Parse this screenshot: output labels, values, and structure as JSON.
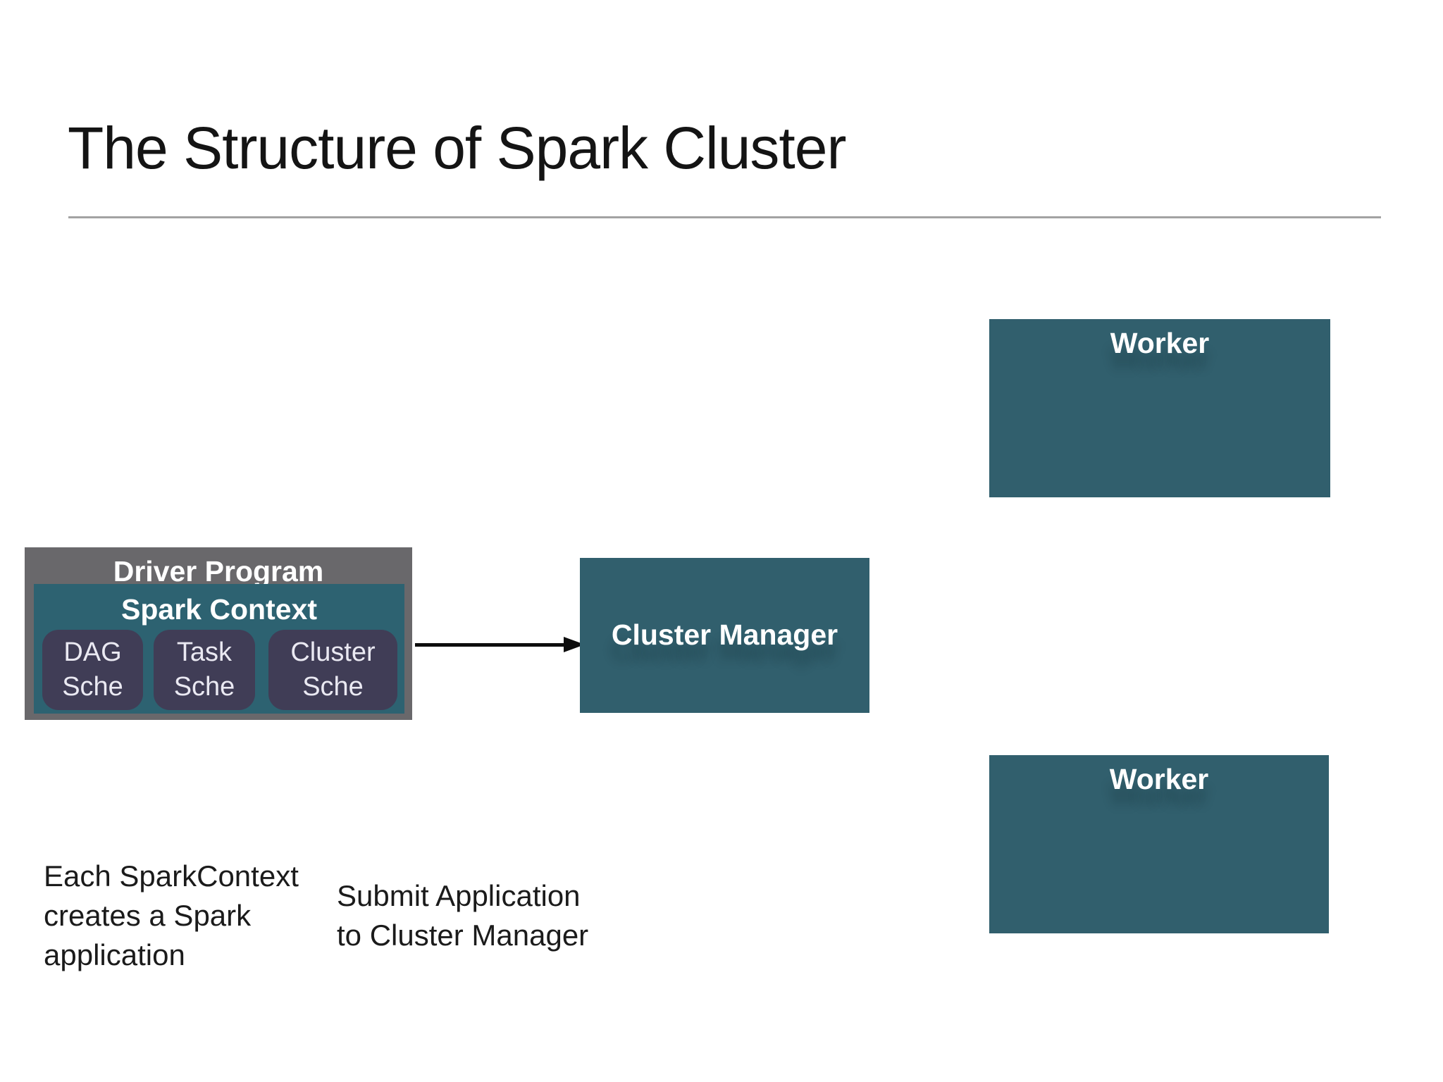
{
  "title": "The Structure of Spark Cluster",
  "colors": {
    "background": "#ffffff",
    "teal_box": "#315f6d",
    "spark_context_teal": "#2d6271",
    "driver_gray": "#69686b",
    "scheduler_dark": "#403d56",
    "scheduler_text": "#eae9f2",
    "arrow_black": "#0d0d0d",
    "divider_gray": "#a3a3a3",
    "title_text": "#141414"
  },
  "diagram": {
    "driver": {
      "label": "Driver Program",
      "context": {
        "label": "Spark Context",
        "schedulers": [
          {
            "line1": "DAG",
            "line2": "Sche"
          },
          {
            "line1": "Task",
            "line2": "Sche"
          },
          {
            "line1": "Cluster",
            "line2": "Sche"
          }
        ]
      }
    },
    "cluster_manager": {
      "label": "Cluster Manager"
    },
    "workers": [
      {
        "label": "Worker"
      },
      {
        "label": "Worker"
      }
    ]
  },
  "captions": {
    "spark_application": {
      "lines": [
        "Each SparkContext",
        "creates a Spark",
        "application"
      ]
    },
    "submit": {
      "lines": [
        "Submit Application",
        "to Cluster Manager"
      ]
    }
  }
}
